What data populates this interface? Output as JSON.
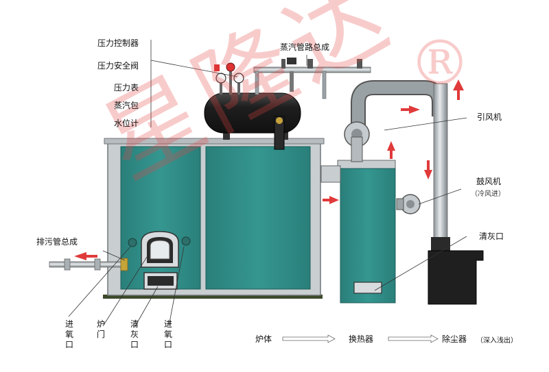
{
  "labels": {
    "pressure_controller": "压力控制器",
    "pressure_safety_valve": "压力安全阀",
    "pressure_gauge": "压力表",
    "steam_drum": "蒸汽包",
    "water_level_gauge": "水位计",
    "steam_pipe_assembly": "蒸汽管路总成",
    "induced_fan": "引风机",
    "blower_fan": "鼓风机",
    "cold_air_in": "（冷风进）",
    "ash_outlet_right": "清灰口",
    "drain_pipe_assembly": "排污管总成",
    "oxygen_inlet_left": "进氧口",
    "furnace_door": "炉门",
    "ash_outlet_bottom": "清灰口",
    "oxygen_inlet_right": "进氧口"
  },
  "flow": {
    "furnace": "炉体",
    "heat_exchanger": "换热器",
    "dust_collector": "除尘器",
    "note": "（深入浅出）"
  },
  "watermark": {
    "text": "星隆达",
    "mark": "®"
  },
  "colors": {
    "panel": "#2f8a85",
    "arrow": "#e03a3a",
    "pipe": "#b8bec2",
    "drum": "#2a2a2a"
  }
}
